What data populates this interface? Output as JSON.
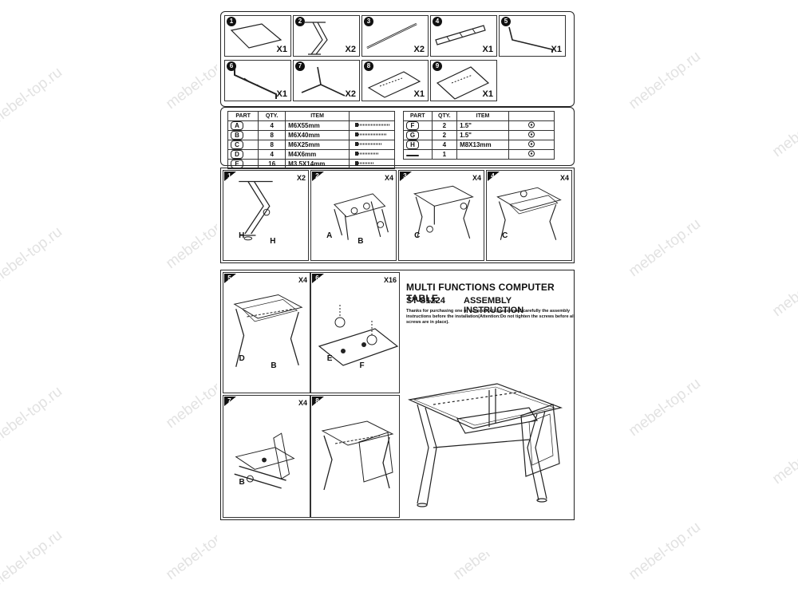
{
  "watermark": "mebel-top.ru",
  "components": [
    {
      "num": "1",
      "qty": "X1",
      "icon": "glass-panel-icon"
    },
    {
      "num": "2",
      "qty": "X2",
      "icon": "z-leg-icon"
    },
    {
      "num": "3",
      "qty": "X2",
      "icon": "rod-icon"
    },
    {
      "num": "4",
      "qty": "X1",
      "icon": "rail-icon"
    },
    {
      "num": "5",
      "qty": "X1",
      "icon": "bracket-icon"
    },
    {
      "num": "6",
      "qty": "X1",
      "icon": "support-bar-icon"
    },
    {
      "num": "7",
      "qty": "X2",
      "icon": "foot-icon"
    },
    {
      "num": "8",
      "qty": "X1",
      "icon": "keyboard-glass-icon"
    },
    {
      "num": "9",
      "qty": "X1",
      "icon": "top-glass-icon"
    }
  ],
  "parts_table": {
    "headers": [
      "PART",
      "QTY.",
      "ITEM"
    ],
    "left": [
      {
        "part": "A",
        "qty": "4",
        "item": "M6X55mm"
      },
      {
        "part": "B",
        "qty": "8",
        "item": "M6X40mm"
      },
      {
        "part": "C",
        "qty": "8",
        "item": "M6X25mm"
      },
      {
        "part": "D",
        "qty": "4",
        "item": "M4X6mm"
      },
      {
        "part": "E",
        "qty": "16",
        "item": "M3.5X14mm"
      }
    ],
    "right": [
      {
        "part": "F",
        "qty": "2",
        "item": "1.5\""
      },
      {
        "part": "G",
        "qty": "2",
        "item": "1.5\""
      },
      {
        "part": "H",
        "qty": "4",
        "item": "M8X13mm"
      },
      {
        "part": "",
        "qty": "1",
        "item": ""
      }
    ]
  },
  "steps": [
    {
      "num": "1",
      "label_a": "H",
      "label_b": "H",
      "qty": "X2"
    },
    {
      "num": "2",
      "label_a": "A",
      "label_b": "B",
      "qty": "X4"
    },
    {
      "num": "3",
      "label_a": "C",
      "label_b": "",
      "qty": "X4"
    },
    {
      "num": "4",
      "label_a": "C",
      "label_b": "",
      "qty": "X4"
    },
    {
      "num": "5",
      "label_a": "D",
      "label_b": "B",
      "qty": "X4"
    },
    {
      "num": "6",
      "label_a": "E",
      "label_b": "F",
      "qty": "X16"
    },
    {
      "num": "7",
      "label_a": "B",
      "label_b": "",
      "qty": "X4"
    },
    {
      "num": "8",
      "label_a": "",
      "label_b": "",
      "qty": ""
    }
  ],
  "header": {
    "title": "MULTI FUNCTIONS COMPUTER TABLE",
    "model": "ST-S1224",
    "subtitle": "ASSEMBLY INSTRUCTION",
    "note": "Thanks for purchasing one of our products,please read carefully the assembly instructions before the installation(Attention:Do not tighten the screws before all screws are in place)."
  }
}
